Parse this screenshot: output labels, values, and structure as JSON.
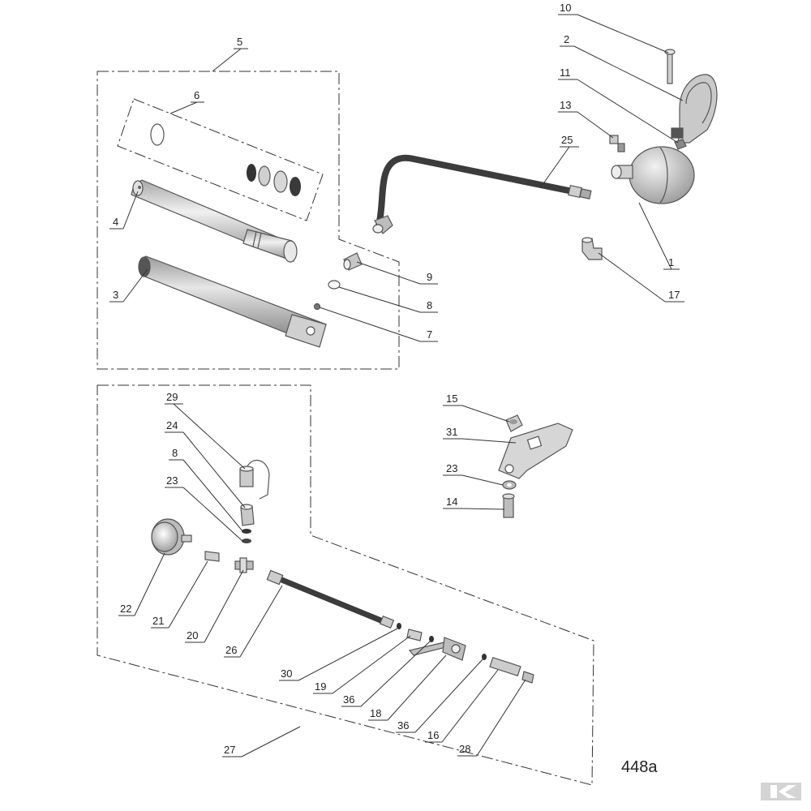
{
  "diagram": {
    "figure_number": "448a",
    "colors": {
      "line": "#333333",
      "part_light": "#d9d9d9",
      "part_mid": "#b5b5b5",
      "part_dark": "#6e6e6e",
      "hose": "#3c3c3c",
      "logo": "#d4d4d4"
    },
    "labels": {
      "p1": "1",
      "p2": "2",
      "p3": "3",
      "p4": "4",
      "p5": "5",
      "p6": "6",
      "p7": "7",
      "p8": "8",
      "p8b": "8",
      "p9": "9",
      "p10": "10",
      "p11": "11",
      "p13": "13",
      "p14": "14",
      "p15": "15",
      "p16": "16",
      "p17": "17",
      "p18": "18",
      "p19": "19",
      "p20": "20",
      "p21": "21",
      "p22": "22",
      "p23": "23",
      "p23b": "23",
      "p24": "24",
      "p25": "25",
      "p26": "26",
      "p27": "27",
      "p28": "28",
      "p29": "29",
      "p30": "30",
      "p31": "31",
      "p36": "36",
      "p36b": "36"
    },
    "logo_icon": "k-logo-icon"
  }
}
